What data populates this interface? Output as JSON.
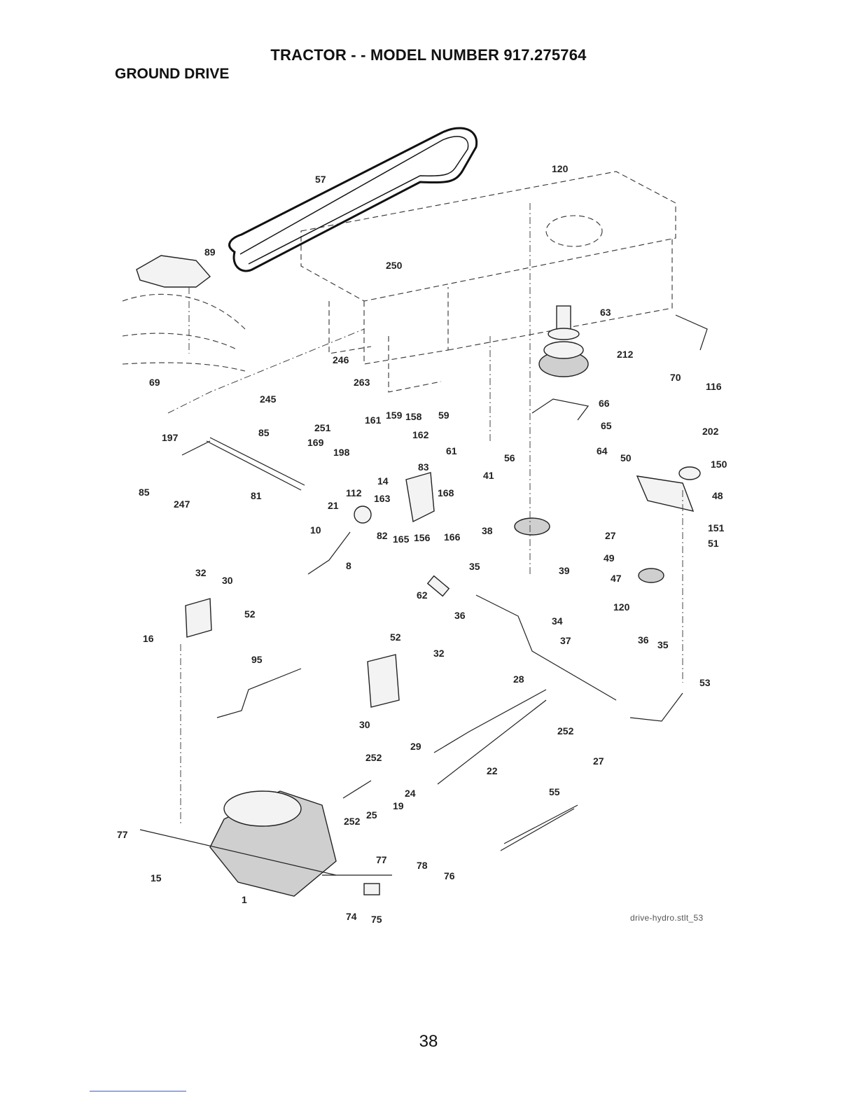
{
  "header": {
    "title": "TRACTOR - - MODEL NUMBER 917.275764",
    "section": "GROUND DRIVE"
  },
  "diagram": {
    "drawing_id": "drive-hydro.stlt_53",
    "callouts": [
      "120",
      "57",
      "89",
      "250",
      "63",
      "212",
      "70",
      "116",
      "69",
      "246",
      "263",
      "245",
      "66",
      "59",
      "65",
      "197",
      "85",
      "251",
      "161",
      "159",
      "158",
      "162",
      "169",
      "198",
      "61",
      "64",
      "202",
      "50",
      "150",
      "56",
      "41",
      "14",
      "83",
      "112",
      "163",
      "168",
      "48",
      "85",
      "247",
      "81",
      "21",
      "27",
      "151",
      "51",
      "38",
      "10",
      "82",
      "165",
      "156",
      "166",
      "49",
      "39",
      "47",
      "8",
      "35",
      "120",
      "32",
      "30",
      "62",
      "36",
      "34",
      "52",
      "16",
      "52",
      "37",
      "36",
      "35",
      "32",
      "95",
      "28",
      "53",
      "30",
      "252",
      "29",
      "27",
      "22",
      "252",
      "24",
      "19",
      "55",
      "25",
      "252",
      "77",
      "77",
      "78",
      "76",
      "15",
      "1",
      "74",
      "75"
    ]
  },
  "page": {
    "number": "38"
  }
}
